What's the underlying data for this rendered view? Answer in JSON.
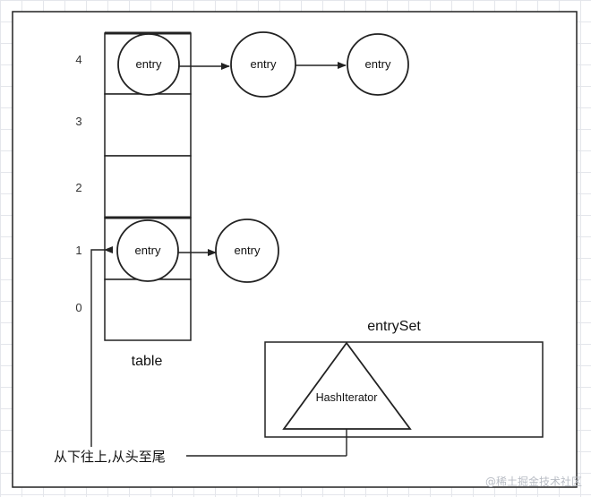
{
  "diagram": {
    "table_label": "table",
    "indices": [
      "4",
      "3",
      "2",
      "1",
      "0"
    ],
    "entry_label": "entry",
    "entry_set_label": "entrySet",
    "iterator_label": "HashIterator",
    "annotation": "从下往上,从头至尾",
    "watermark": "@稀土掘金技术社区"
  },
  "colors": {
    "stroke": "#222222",
    "background": "#ffffff",
    "grid": "#e4e6eb",
    "watermark": "#b8bcc4"
  }
}
